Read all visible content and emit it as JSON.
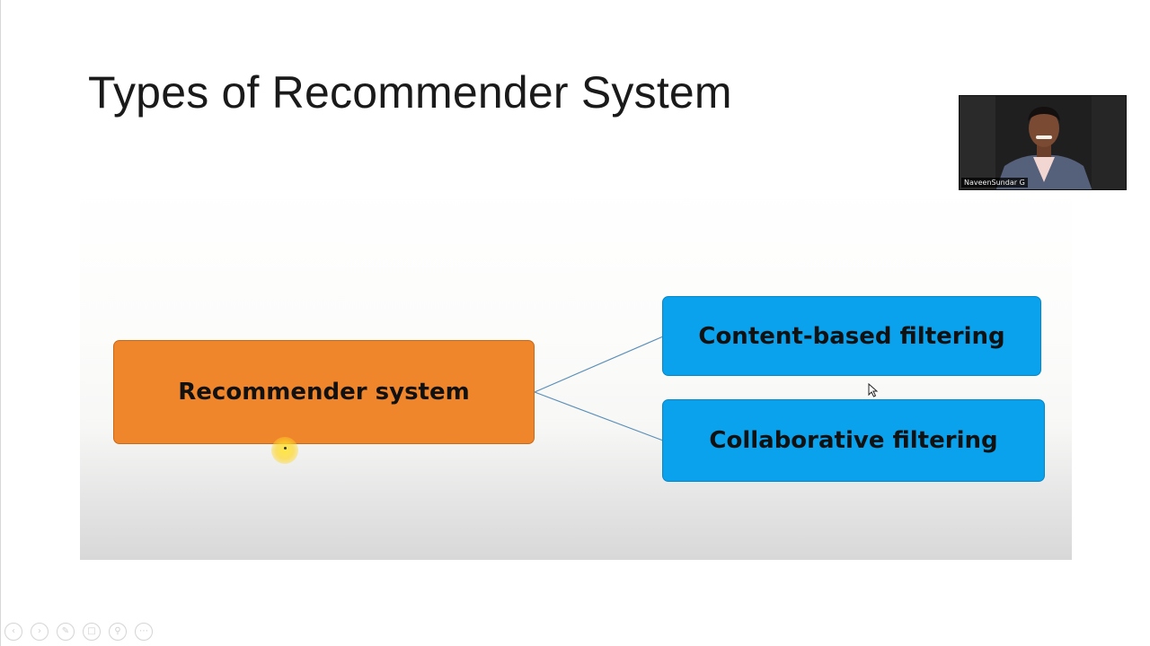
{
  "slide": {
    "title": "Types of Recommender System"
  },
  "diagram": {
    "root": {
      "label": "Recommender system",
      "color": "#f0862c"
    },
    "children": [
      {
        "label": "Content-based filtering",
        "color": "#0aa2ec"
      },
      {
        "label": "Collaborative filtering",
        "color": "#0aa2ec"
      }
    ],
    "connector_color": "#5a8fb8"
  },
  "webcam": {
    "presenter_name": "NaveenSundar G"
  },
  "presenter_controls": [
    {
      "icon": "previous-icon"
    },
    {
      "icon": "next-icon"
    },
    {
      "icon": "pen-icon"
    },
    {
      "icon": "slides-icon"
    },
    {
      "icon": "zoom-icon"
    },
    {
      "icon": "more-icon"
    }
  ]
}
